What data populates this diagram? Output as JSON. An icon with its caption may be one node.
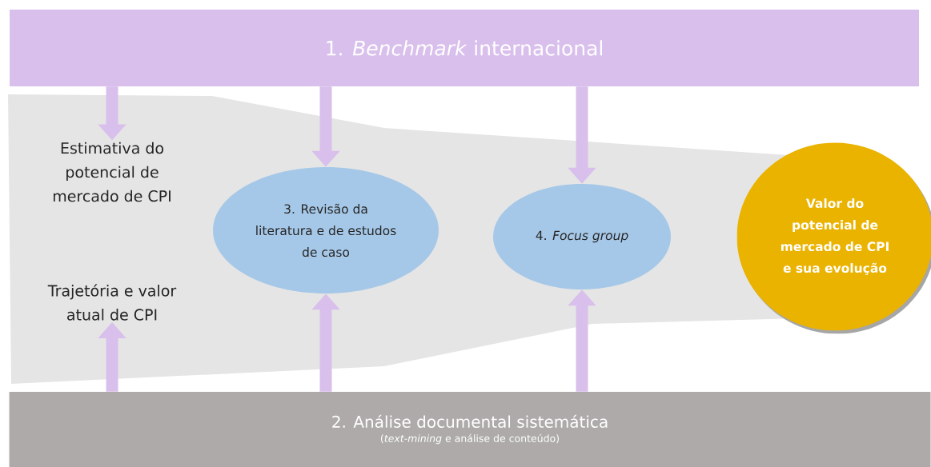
{
  "diagram": {
    "nodes": [
      {
        "text": [
          "1. *Benchmark* internacional"
        ]
      },
      {
        "text": [
          "2. Análise documental sistemática",
          "(*text-mining* e análise de conteúdo)"
        ]
      },
      {
        "text": [
          "Estimativa do potencial de mercado de CPI"
        ]
      },
      {
        "text": [
          "Trajetória e valor atual de CPI"
        ]
      },
      {
        "text": [
          "3. Revisão da literatura e de estudos de caso"
        ]
      },
      {
        "text": [
          "4. *Focus group*"
        ]
      },
      {
        "text": [
          "Valor do potencial de mercado de CPI e sua evolução"
        ]
      }
    ],
    "edges": [
      {
        "from": 0,
        "to": 2,
        "arrow": "to"
      },
      {
        "from": 0,
        "to": 4,
        "arrow": "to"
      },
      {
        "from": 0,
        "to": 5,
        "arrow": "to"
      },
      {
        "from": 1,
        "to": 3,
        "arrow": "to"
      },
      {
        "from": 1,
        "to": 4,
        "arrow": "to"
      },
      {
        "from": 1,
        "to": 5,
        "arrow": "to"
      }
    ]
  }
}
